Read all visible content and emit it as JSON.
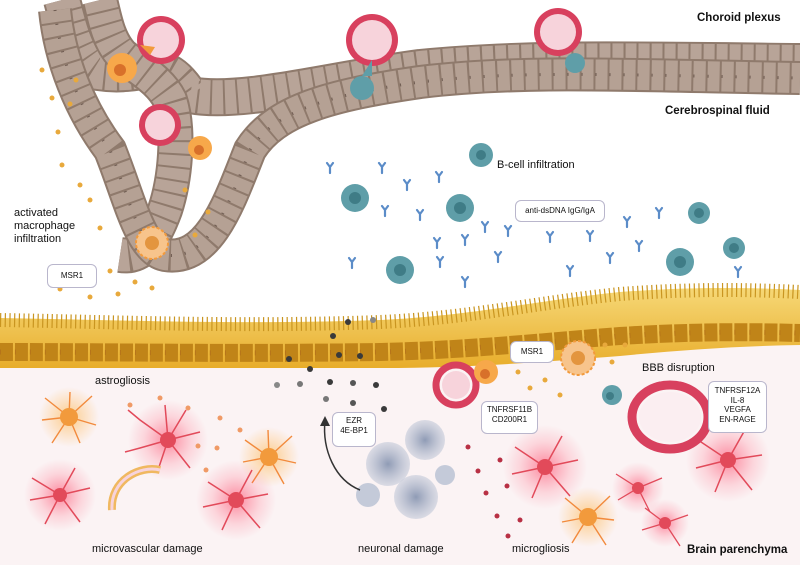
{
  "regions": {
    "choroid_plexus": "Choroid plexus",
    "csf": "Cerebrospinal fluid",
    "parenchyma": "Brain parenchyma"
  },
  "processes": {
    "macrophage": [
      "activated",
      "macrophage",
      "infiltration"
    ],
    "b_cell": "B-cell infiltration",
    "bbb": "BBB disruption",
    "astrogliosis": "astrogliosis",
    "microvascular": "microvascular damage",
    "neuronal": "neuronal damage",
    "microgliosis": "microgliosis"
  },
  "markers": {
    "msr1_upper": "MSR1",
    "antibody": "anti-dsDNA IgG/IgA",
    "msr1_lower": "MSR1",
    "ezr": [
      "EZR",
      "4E-BP1"
    ],
    "tnfrsf11b": [
      "TNFRSF11B",
      "CD200R1"
    ],
    "tnfrsf12a": [
      "TNFRSF12A",
      "IL-8",
      "VEGFA",
      "EN-RAGE"
    ]
  },
  "colors": {
    "epithelium": "#a79386",
    "vessel": "#d8405e",
    "macrophage": "#f29a3c",
    "bcell": "#5f9ea8",
    "antibody": "#5b8cc8",
    "bbb_layer": "#ecc153",
    "astrocyte": "#f28a3c",
    "microglia": "#e24a5a",
    "neuron": "#9aa3b8"
  }
}
